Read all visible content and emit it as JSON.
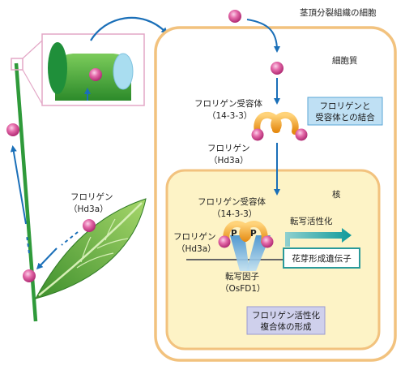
{
  "labels": {
    "shoot_apex_cells": "茎頂分裂組織の細胞",
    "cytoplasm": "細胞質",
    "florigen_receptor_top": "フロリゲン受容体",
    "receptor_id_top": "（14-3-3）",
    "florigen_mid": "フロリゲン",
    "hd3a_mid": "（Hd3a）",
    "florigen_leaf": "フロリゲン",
    "hd3a_leaf": "（Hd3a）",
    "nucleus": "核",
    "florigen_receptor_nuc": "フロリゲン受容体",
    "receptor_id_nuc": "（14-3-3）",
    "florigen_nuc": "フロリゲン",
    "hd3a_nuc": "（Hd3a）",
    "transcription_factor": "転写因子",
    "osfd1": "（OsFD1）",
    "transcription_activation": "転写活性化",
    "phospho_p": "P"
  },
  "boxes": {
    "binding_line1": "フロリゲンと",
    "binding_line2": "受容体との結合",
    "flower_gene": "花芽形成遺伝子",
    "complex_line1": "フロリゲン活性化",
    "complex_line2": "複合体の形成"
  },
  "colors": {
    "cell_border": "#f2c27e",
    "nucleus_fill": "#fdf3c6",
    "florigen": "#e0559e",
    "arrow_blue": "#1a6fb8",
    "receptor_orange": "#f0a030",
    "box_blue": "#bfe0f4",
    "box_purple": "#cfd0ec",
    "stem_green": "#2f9a3a"
  }
}
